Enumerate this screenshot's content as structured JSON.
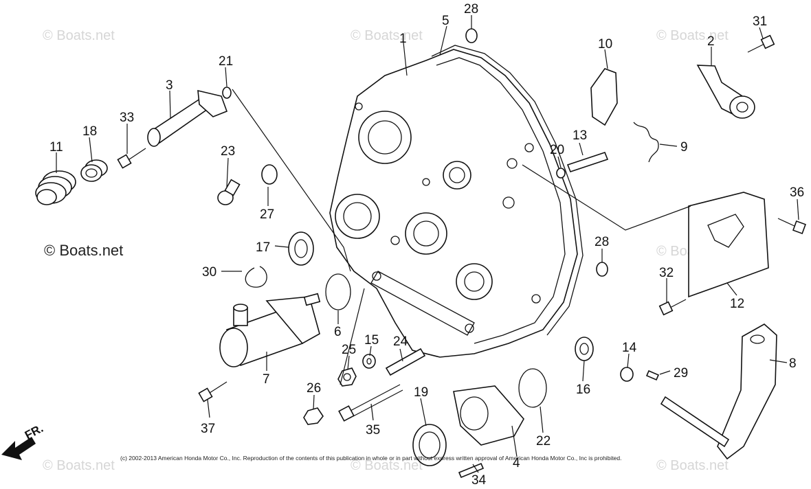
{
  "watermarks": {
    "text": "© Boats.net",
    "left_label": "© Boats.net"
  },
  "copyright": "(c) 2002-2013 American Honda Motor Co., Inc. Reproduction of the contents of this publication in whole or in part without express written approval of American Honda Motor Co., Inc is prohibited.",
  "direction_marker": "FR.",
  "callouts": [
    "1",
    "2",
    "3",
    "4",
    "5",
    "6",
    "7",
    "8",
    "9",
    "10",
    "11",
    "12",
    "13",
    "14",
    "15",
    "16",
    "17",
    "18",
    "19",
    "20",
    "21",
    "22",
    "23",
    "24",
    "25",
    "26",
    "27",
    "28",
    "28",
    "29",
    "30",
    "31",
    "32",
    "33",
    "34",
    "35",
    "36",
    "37"
  ],
  "colors": {
    "line": "#111111",
    "watermark": "#d6d6d6",
    "background": "#ffffff"
  }
}
